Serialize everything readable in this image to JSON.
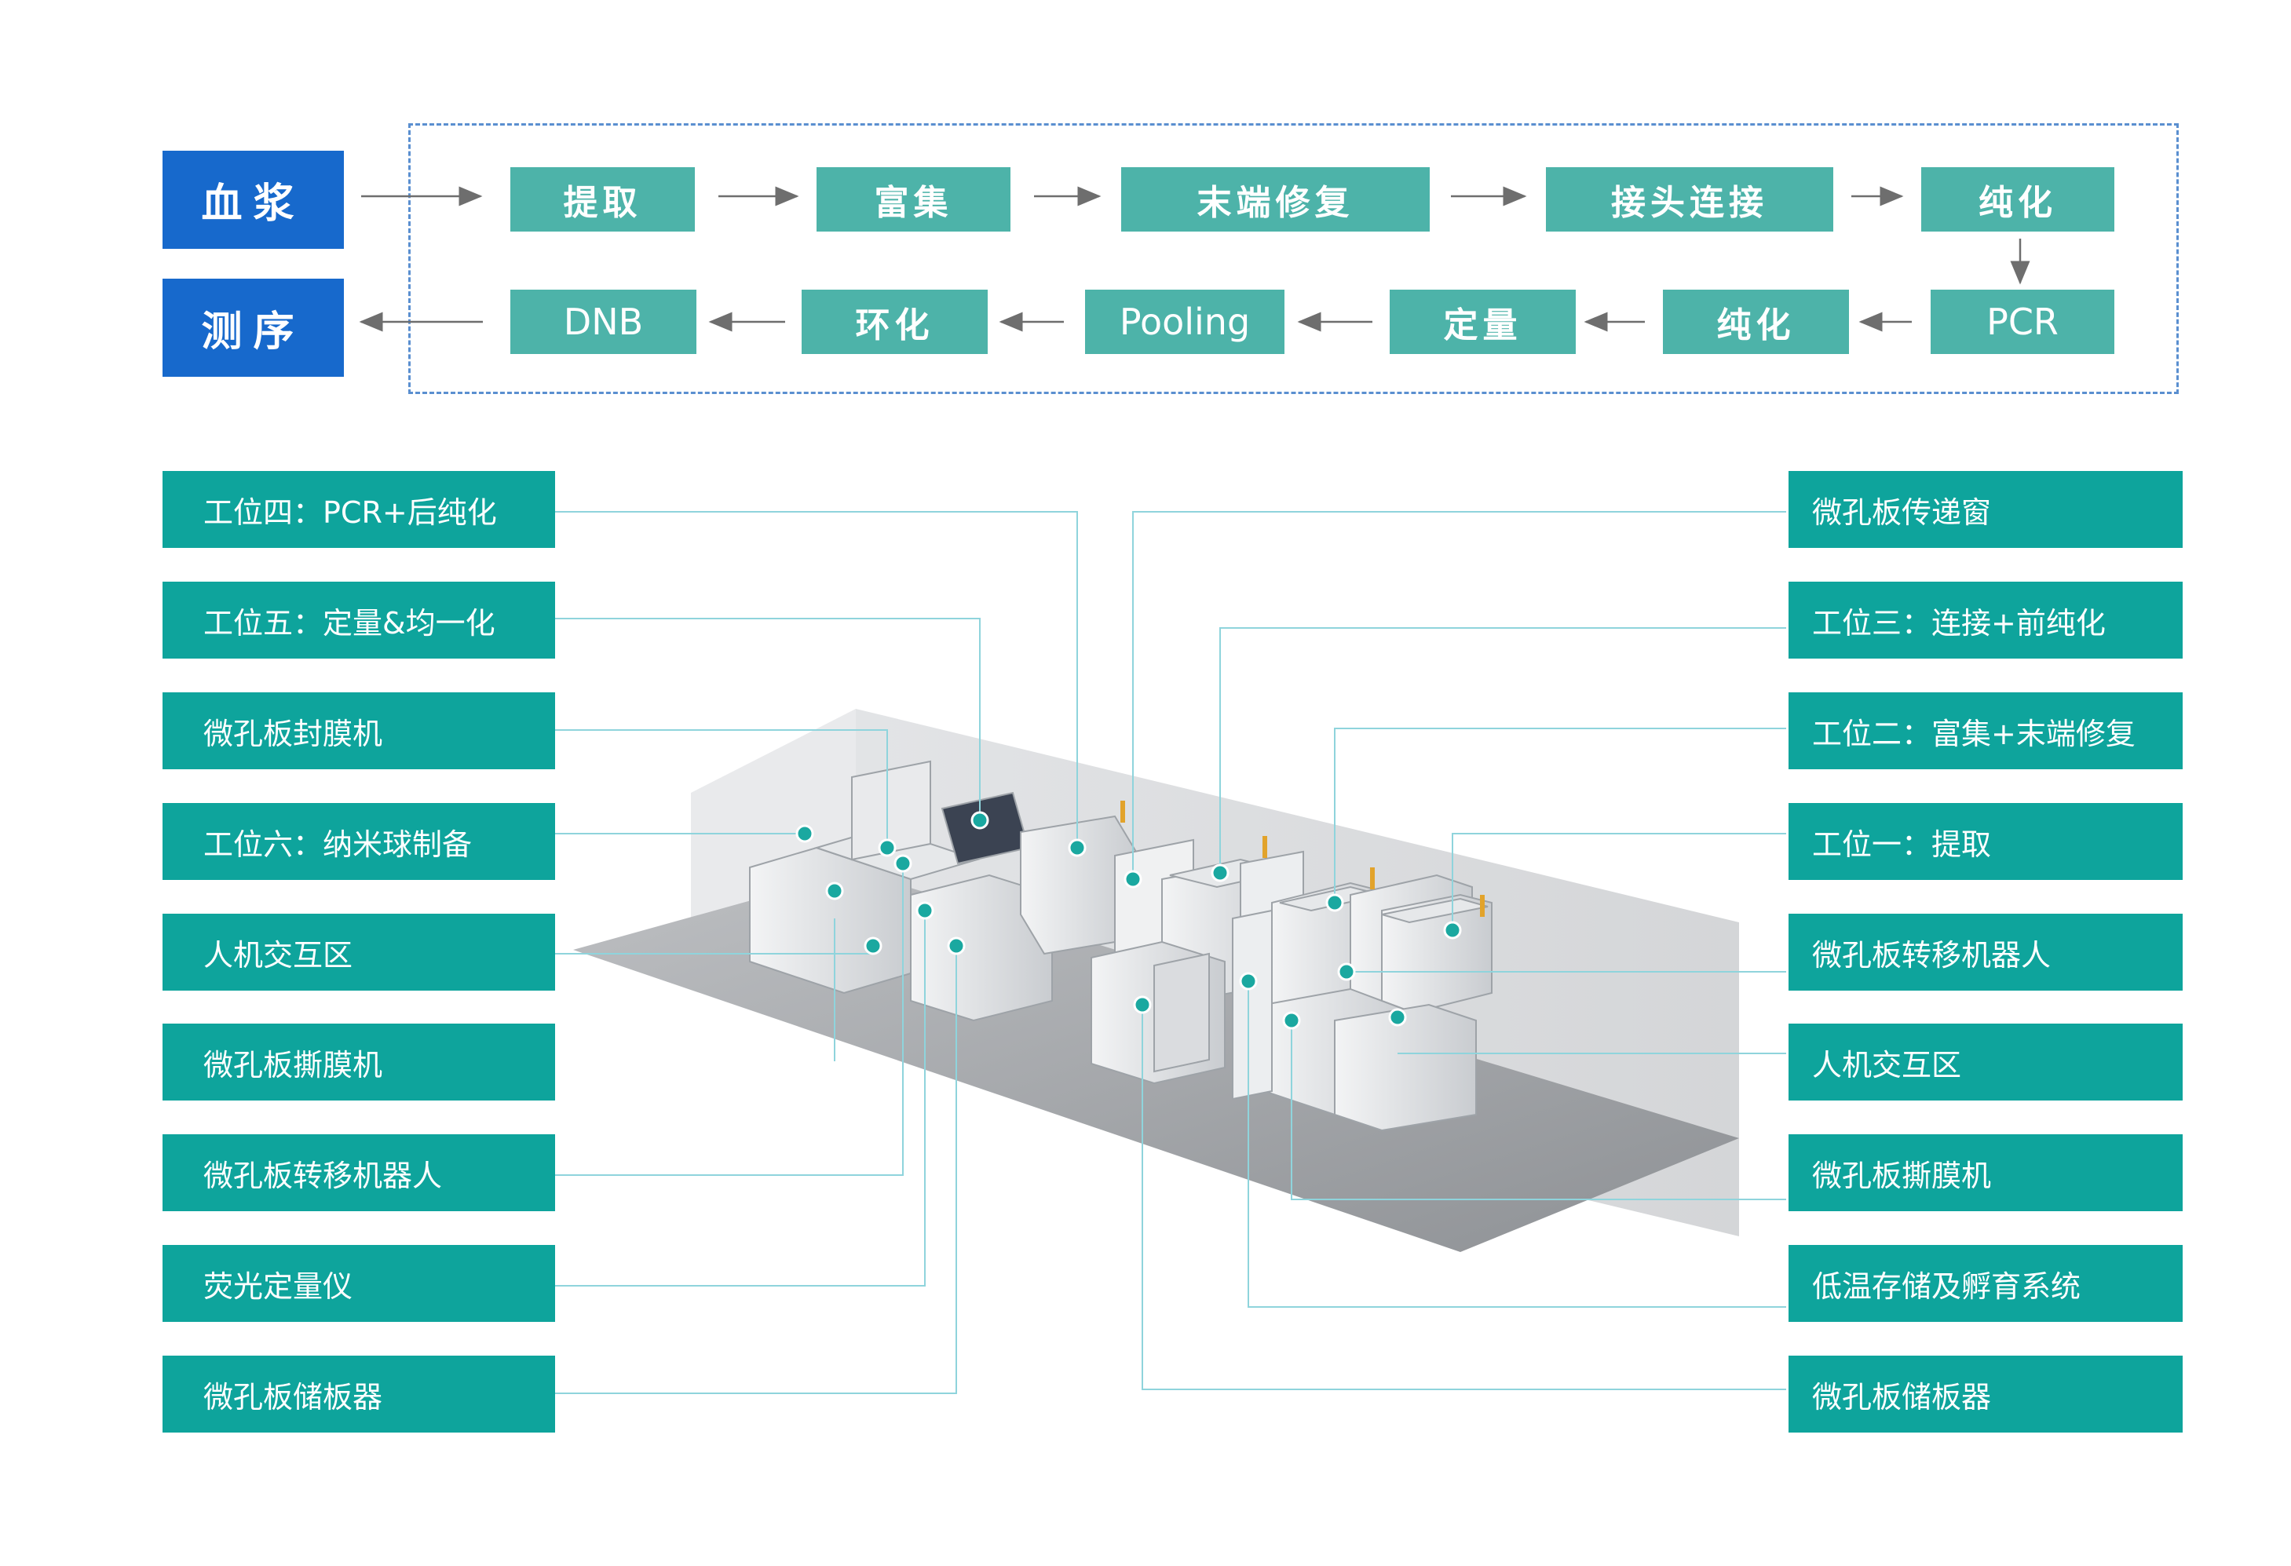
{
  "flow": {
    "input_label": "血浆",
    "output_label": "测序",
    "row1": [
      "提取",
      "富集",
      "末端修复",
      "接头连接",
      "纯化"
    ],
    "row2": [
      "DNB",
      "环化",
      "Pooling",
      "定量",
      "纯化",
      "PCR"
    ]
  },
  "left_labels": [
    "工位四：PCR+后纯化",
    "工位五：定量&均一化",
    "微孔板封膜机",
    "工位六：纳米球制备",
    "人机交互区",
    "微孔板撕膜机",
    "微孔板转移机器人",
    "荧光定量仪",
    "微孔板储板器"
  ],
  "right_labels": [
    "微孔板传递窗",
    "工位三：连接+前纯化",
    "工位二：富集+末端修复",
    "工位一：提取",
    "微孔板转移机器人",
    "人机交互区",
    "微孔板撕膜机",
    "低温存储及孵育系统",
    "微孔板储板器"
  ],
  "colors": {
    "blue_box": "#1769cc",
    "step_box": "#4db3a9",
    "label_box": "#0ea49c",
    "leader_line": "#8fd4dc",
    "dashed_frame": "#5a8fd0"
  }
}
